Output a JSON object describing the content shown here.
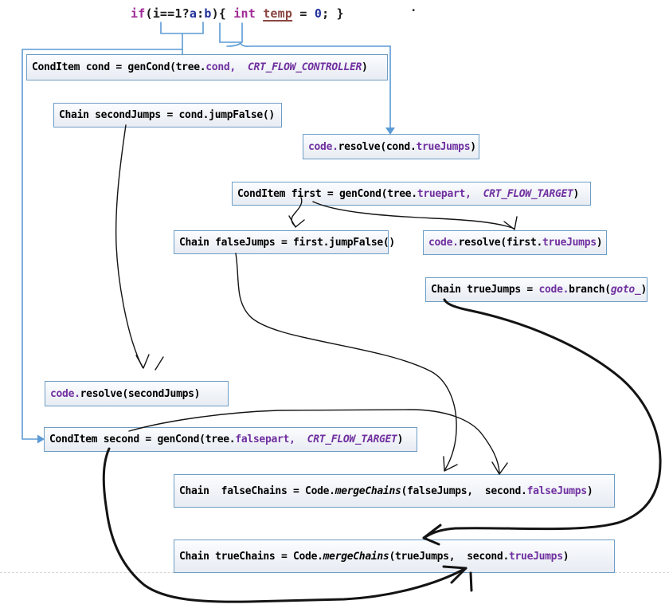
{
  "title": "conditional-codegen-diagram",
  "code_line": {
    "segments": [
      {
        "text": "if",
        "style": "kw"
      },
      {
        "text": "(i==1?",
        "style": "plain"
      },
      {
        "text": "a",
        "style": "id"
      },
      {
        "text": ":",
        "style": "plain"
      },
      {
        "text": "b",
        "style": "id"
      },
      {
        "text": "){ ",
        "style": "plain"
      },
      {
        "text": "int",
        "style": "kw"
      },
      {
        "text": " ",
        "style": "plain"
      },
      {
        "text": "temp",
        "style": "var"
      },
      {
        "text": " = ",
        "style": "plain"
      },
      {
        "text": "0",
        "style": "id"
      },
      {
        "text": "; }",
        "style": "plain"
      }
    ]
  },
  "stray_dot": ".",
  "boxes": [
    {
      "id": "cond-item-cond",
      "segments": [
        {
          "text": "CondItem cond = genCond(tree.",
          "style": "plain"
        },
        {
          "text": "cond,",
          "style": "k"
        },
        {
          "text": "  ",
          "style": "plain"
        },
        {
          "text": "CRT_FLOW_CONTROLLER",
          "style": "ki"
        },
        {
          "text": ")",
          "style": "plain"
        }
      ]
    },
    {
      "id": "second-jumps",
      "segments": [
        {
          "text": "Chain secondJumps = cond.jumpFalse()",
          "style": "plain"
        }
      ]
    },
    {
      "id": "resolve-cond-truejumps",
      "segments": [
        {
          "text": "code.",
          "style": "k"
        },
        {
          "text": "resolve(cond.",
          "style": "plain"
        },
        {
          "text": "trueJumps",
          "style": "k"
        },
        {
          "text": ")",
          "style": "plain"
        }
      ]
    },
    {
      "id": "cond-item-first",
      "segments": [
        {
          "text": "CondItem first = genCond(tree.",
          "style": "plain"
        },
        {
          "text": "truepart,",
          "style": "k"
        },
        {
          "text": "  ",
          "style": "plain"
        },
        {
          "text": "CRT_FLOW_TARGET",
          "style": "ki"
        },
        {
          "text": ")",
          "style": "plain"
        }
      ]
    },
    {
      "id": "false-jumps",
      "segments": [
        {
          "text": "Chain falseJumps = first.jumpFalse()",
          "style": "plain"
        }
      ]
    },
    {
      "id": "resolve-first-truejumps",
      "segments": [
        {
          "text": "code.",
          "style": "k"
        },
        {
          "text": "resolve(first.",
          "style": "plain"
        },
        {
          "text": "trueJumps",
          "style": "k"
        },
        {
          "text": ")",
          "style": "plain"
        }
      ]
    },
    {
      "id": "true-jumps-branch",
      "segments": [
        {
          "text": "Chain trueJumps = ",
          "style": "plain"
        },
        {
          "text": "code.",
          "style": "k"
        },
        {
          "text": "branch(",
          "style": "plain"
        },
        {
          "text": "goto_",
          "style": "ki"
        },
        {
          "text": ")",
          "style": "plain"
        }
      ]
    },
    {
      "id": "resolve-secondjumps",
      "segments": [
        {
          "text": "code.",
          "style": "k"
        },
        {
          "text": "resolve(secondJumps)",
          "style": "plain"
        }
      ]
    },
    {
      "id": "cond-item-second",
      "segments": [
        {
          "text": "CondItem second = genCond(tree.",
          "style": "plain"
        },
        {
          "text": "falsepart,",
          "style": "k"
        },
        {
          "text": "  ",
          "style": "plain"
        },
        {
          "text": "CRT_FLOW_TARGET",
          "style": "ki"
        },
        {
          "text": ")",
          "style": "plain"
        }
      ]
    },
    {
      "id": "false-chains-merge",
      "segments": [
        {
          "text": "Chain  falseChains = Code.",
          "style": "plain"
        },
        {
          "text": "mergeChains",
          "style": "i"
        },
        {
          "text": "(falseJumps,  second.",
          "style": "plain"
        },
        {
          "text": "falseJumps",
          "style": "k"
        },
        {
          "text": ")",
          "style": "plain"
        }
      ]
    },
    {
      "id": "true-chains-merge",
      "segments": [
        {
          "text": "Chain trueChains = Code.",
          "style": "plain"
        },
        {
          "text": "mergeChains",
          "style": "i"
        },
        {
          "text": "(trueJumps,  second.",
          "style": "plain"
        },
        {
          "text": "trueJumps",
          "style": "k"
        },
        {
          "text": ")",
          "style": "plain"
        }
      ]
    }
  ],
  "colors": {
    "connector_blue": "#5b9bd5",
    "box_border": "#6d9dc5",
    "keyword_purple": "#7030a0",
    "code_keyword_magenta": "#a02c96",
    "code_identifier_navy": "#22309c",
    "code_temp_maroon": "#8b4642",
    "hand_drawn_ink": "#141414"
  }
}
